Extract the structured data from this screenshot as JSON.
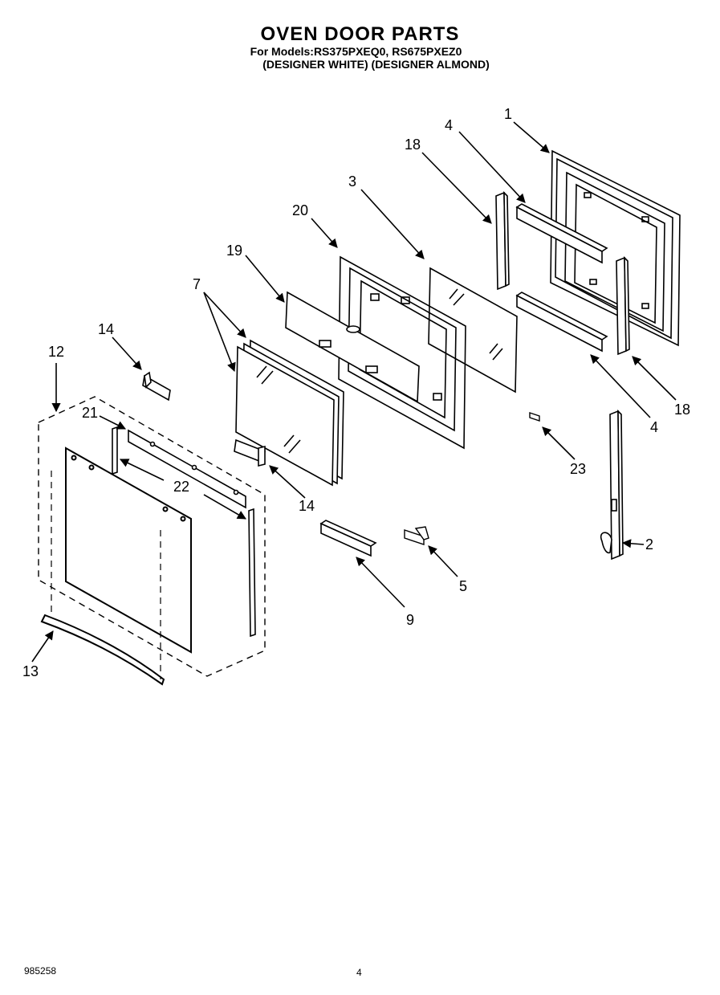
{
  "header": {
    "title": "OVEN DOOR PARTS",
    "models_line": "For Models:RS375PXEQ0, RS675PXEZ0",
    "designs_line": "(DESIGNER WHITE) (DESIGNER ALMOND)"
  },
  "callouts": {
    "c1": "1",
    "c2": "2",
    "c3": "3",
    "c4a": "4",
    "c4b": "4",
    "c5": "5",
    "c7": "7",
    "c9": "9",
    "c12": "12",
    "c13": "13",
    "c14a": "14",
    "c14b": "14",
    "c18a": "18",
    "c18b": "18",
    "c19": "19",
    "c20": "20",
    "c21": "21",
    "c22": "22",
    "c23": "23"
  },
  "footer": {
    "doc_number": "985258",
    "page_number": "4"
  }
}
